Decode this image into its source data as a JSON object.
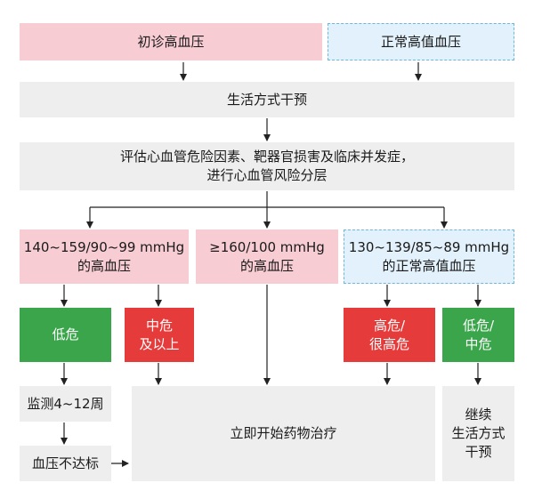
{
  "nodes": {
    "initial_hypertension": "初诊高血压",
    "high_normal_bp": "正常高值血压",
    "lifestyle_intervention": "生活方式干预",
    "assess_line1": "评估心血管危险因素、靶器官损害及临床并发症，",
    "assess_line2": "进行心血管风险分层",
    "grade1_line1": "140~159/90~99 mmHg",
    "grade1_line2": "的高血压",
    "grade2_line1": "≥160/100 mmHg",
    "grade2_line2": "的高血压",
    "highnormal_line1": "130~139/85~89 mmHg",
    "highnormal_line2": "的正常高值血压",
    "low_risk": "低危",
    "mid_risk_line1": "中危",
    "mid_risk_line2": "及以上",
    "high_risk_line1": "高危/",
    "high_risk_line2": "很高危",
    "lowmid_risk_line1": "低危/",
    "lowmid_risk_line2": "中危",
    "monitor": "监测4~12周",
    "bp_not_controlled": "血压不达标",
    "start_medication": "立即开始药物治疗",
    "continue_line1": "继续",
    "continue_line2": "生活方式",
    "continue_line3": "干预"
  },
  "colors": {
    "pink": "#f7ccd3",
    "blue_fill": "#e2f1fb",
    "blue_dash": "#6fb6df",
    "gray": "#eeeeee",
    "green": "#3aa54a",
    "red": "#e63b3b"
  }
}
